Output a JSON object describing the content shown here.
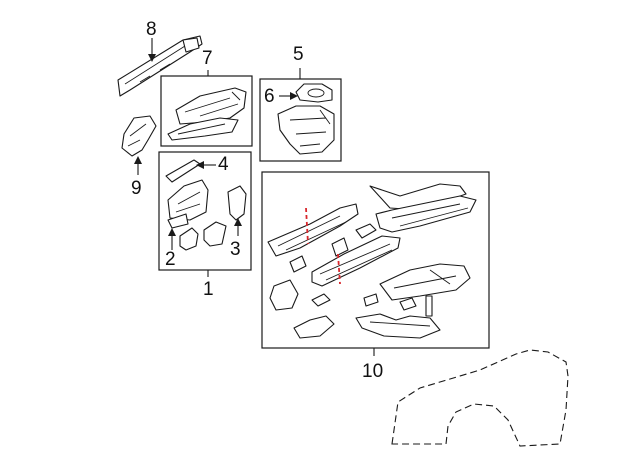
{
  "callouts": {
    "c1": "1",
    "c2": "2",
    "c3": "3",
    "c4": "4",
    "c5": "5",
    "c6": "6",
    "c7": "7",
    "c8": "8",
    "c9": "9",
    "c10": "10"
  },
  "colors": {
    "line": "#1a1a1a",
    "cut_line": "#d8262c",
    "background": "#ffffff"
  }
}
